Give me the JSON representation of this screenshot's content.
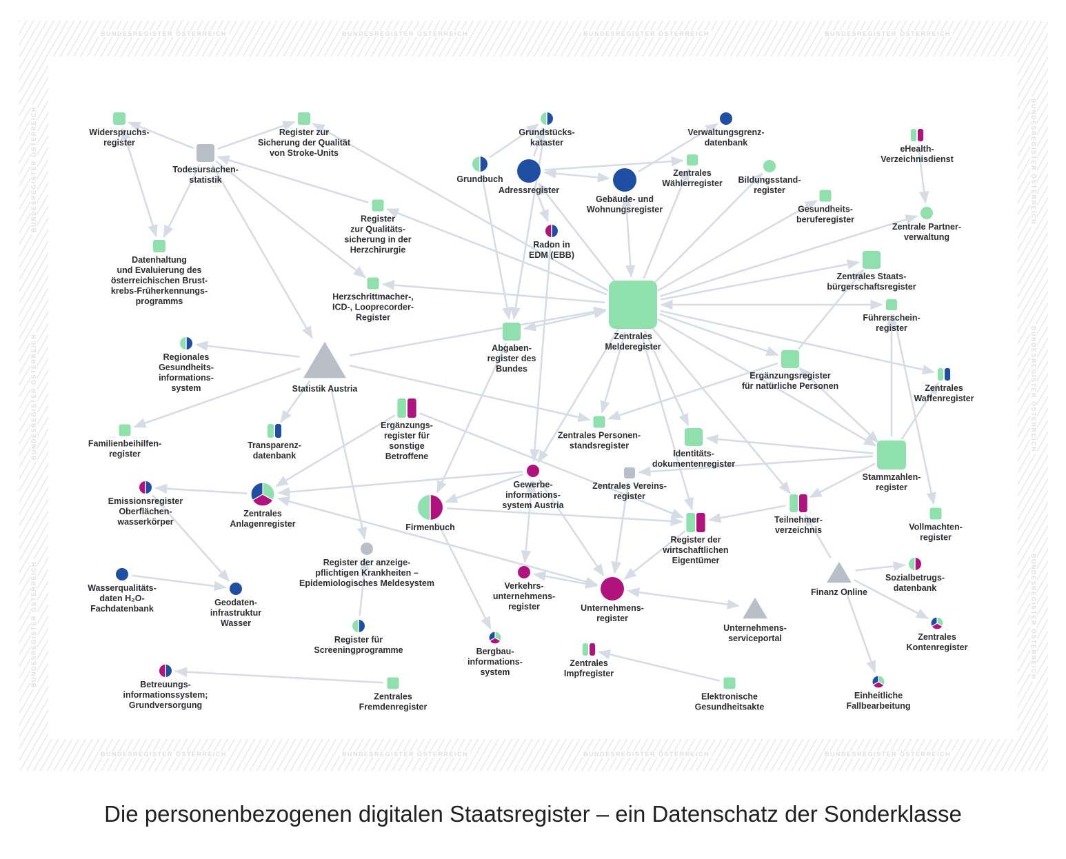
{
  "watermark": "BUNDESREGISTER ÖSTERREICH",
  "caption": "Die personenbezogenen digitalen Staatsregister – ein Datenschatz der Sonderklasse",
  "colors": {
    "green": "#8fe0ad",
    "blue": "#1f4ea3",
    "magenta": "#b0127e",
    "gray": "#b8bfc8",
    "edge": "#d6dce6"
  },
  "nodes": [
    {
      "id": "widerspruch",
      "shape": "square",
      "colors": [
        "green"
      ],
      "label": [
        "Widerspruchs-",
        "register"
      ]
    },
    {
      "id": "todesursachen",
      "shape": "square",
      "colors": [
        "gray"
      ],
      "label": [
        "Todesursachen-",
        "statistik"
      ]
    },
    {
      "id": "stroke",
      "shape": "square",
      "colors": [
        "green"
      ],
      "label": [
        "Register zur",
        "Sicherung der Qualität",
        "von Stroke-Units"
      ]
    },
    {
      "id": "datenhaltung",
      "shape": "square",
      "colors": [
        "green"
      ],
      "label": [
        "Datenhaltung",
        "und Evaluierung des",
        "österreichischen Brust-",
        "krebs-Früherkennungs-",
        "programms"
      ]
    },
    {
      "id": "herzchir",
      "shape": "square",
      "colors": [
        "green"
      ],
      "label": [
        "Register",
        "zur Qualitäts-",
        "sicherung in der",
        "Herzchirurgie"
      ]
    },
    {
      "id": "herzschritt",
      "shape": "square",
      "colors": [
        "green"
      ],
      "label": [
        "Herzschrittmacher-,",
        "ICD-, Looprecorder-",
        "Register"
      ]
    },
    {
      "id": "grundstueck",
      "shape": "half",
      "colors": [
        "green",
        "blue"
      ],
      "label": [
        "Grundstücks-",
        "kataster"
      ]
    },
    {
      "id": "grundbuch",
      "shape": "half",
      "colors": [
        "green",
        "blue"
      ],
      "label": [
        "Grundbuch"
      ]
    },
    {
      "id": "adress",
      "shape": "circle",
      "colors": [
        "blue"
      ],
      "label": [
        "Adressregister"
      ]
    },
    {
      "id": "gebaeude",
      "shape": "circle",
      "colors": [
        "blue"
      ],
      "label": [
        "Gebäude- und",
        "Wohnungsregister"
      ]
    },
    {
      "id": "verwaltungsgrenz",
      "shape": "circle",
      "colors": [
        "blue"
      ],
      "label": [
        "Verwaltungsgrenz-",
        "datenbank"
      ]
    },
    {
      "id": "waehler",
      "shape": "square",
      "colors": [
        "green"
      ],
      "label": [
        "Zentrales",
        "Wählerregister"
      ]
    },
    {
      "id": "bildung",
      "shape": "circle",
      "colors": [
        "green"
      ],
      "label": [
        "Bildungsstand-",
        "register"
      ]
    },
    {
      "id": "gesundheitsberufe",
      "shape": "square",
      "colors": [
        "green"
      ],
      "label": [
        "Gesundheits-",
        "beruferegister"
      ]
    },
    {
      "id": "ehealth",
      "shape": "bar",
      "colors": [
        "green",
        "magenta"
      ],
      "label": [
        "eHealth-",
        "Verzeichnisdienst"
      ]
    },
    {
      "id": "partner",
      "shape": "circle",
      "colors": [
        "green"
      ],
      "label": [
        "Zentrale Partner-",
        "verwaltung"
      ]
    },
    {
      "id": "radon",
      "shape": "half",
      "colors": [
        "magenta",
        "blue"
      ],
      "label": [
        "Radon in",
        "EDM (EBB)"
      ]
    },
    {
      "id": "zmr",
      "shape": "square",
      "colors": [
        "green"
      ],
      "label": [
        "Zentrales",
        "Melderegister"
      ]
    },
    {
      "id": "staatsbuerger",
      "shape": "square",
      "colors": [
        "green"
      ],
      "label": [
        "Zentrales Staats-",
        "bürgerschaftsregister"
      ]
    },
    {
      "id": "fuehrerschein",
      "shape": "square",
      "colors": [
        "green"
      ],
      "label": [
        "Führerschein-",
        "register"
      ]
    },
    {
      "id": "abgaben",
      "shape": "square",
      "colors": [
        "green"
      ],
      "label": [
        "Abgaben-",
        "register des",
        "Bundes"
      ]
    },
    {
      "id": "statistik",
      "shape": "triangle",
      "colors": [
        "gray"
      ],
      "label": [
        "Statistik Austria"
      ]
    },
    {
      "id": "regional",
      "shape": "half",
      "colors": [
        "green",
        "blue"
      ],
      "label": [
        "Regionales",
        "Gesundheits-",
        "informations-",
        "system"
      ]
    },
    {
      "id": "ergaenzung_nat",
      "shape": "square",
      "colors": [
        "green"
      ],
      "label": [
        "Ergänzungsregister",
        "für natürliche Personen"
      ]
    },
    {
      "id": "waffen",
      "shape": "bar",
      "colors": [
        "green",
        "blue"
      ],
      "label": [
        "Zentrales",
        "Waffenregister"
      ]
    },
    {
      "id": "familien",
      "shape": "square",
      "colors": [
        "green"
      ],
      "label": [
        "Familienbeihilfen-",
        "register"
      ]
    },
    {
      "id": "transparenz",
      "shape": "bar",
      "colors": [
        "green",
        "blue"
      ],
      "label": [
        "Transparenz-",
        "datenbank"
      ]
    },
    {
      "id": "ergaenzung_sonst",
      "shape": "bar",
      "colors": [
        "green",
        "magenta"
      ],
      "label": [
        "Ergänzungs-",
        "register für",
        "sonstige",
        "Betroffene"
      ]
    },
    {
      "id": "personenstand",
      "shape": "square",
      "colors": [
        "green"
      ],
      "label": [
        "Zentrales Personen-",
        "standsregister"
      ]
    },
    {
      "id": "identitaet",
      "shape": "square",
      "colors": [
        "green"
      ],
      "label": [
        "Identitäts-",
        "dokumentenregister"
      ]
    },
    {
      "id": "stammzahlen",
      "shape": "square",
      "colors": [
        "green"
      ],
      "label": [
        "Stammzahlen-",
        "register"
      ]
    },
    {
      "id": "emission",
      "shape": "half",
      "colors": [
        "magenta",
        "blue"
      ],
      "label": [
        "Emissionsregister",
        "Oberflächen-",
        "wasserkörper"
      ]
    },
    {
      "id": "anlagen",
      "shape": "pie",
      "colors": [
        "green",
        "magenta",
        "blue"
      ],
      "label": [
        "Zentrales",
        "Anlagenregister"
      ]
    },
    {
      "id": "firmenbuch",
      "shape": "half",
      "colors": [
        "green",
        "magenta"
      ],
      "label": [
        "Firmenbuch"
      ]
    },
    {
      "id": "gewerbe",
      "shape": "circle",
      "colors": [
        "magenta"
      ],
      "label": [
        "Gewerbe-",
        "informations-",
        "system Austria"
      ]
    },
    {
      "id": "verein",
      "shape": "square",
      "colors": [
        "gray"
      ],
      "label": [
        "Zentrales Vereins-",
        "register"
      ]
    },
    {
      "id": "wirtschaftl",
      "shape": "bar",
      "colors": [
        "green",
        "magenta"
      ],
      "label": [
        "Register der",
        "wirtschaftlichen",
        "Eigentümer"
      ]
    },
    {
      "id": "teilnehmer",
      "shape": "bar",
      "colors": [
        "green",
        "magenta"
      ],
      "label": [
        "Teilnehmer-",
        "verzeichnis"
      ]
    },
    {
      "id": "vollmachten",
      "shape": "square",
      "colors": [
        "green"
      ],
      "label": [
        "Vollmachten-",
        "register"
      ]
    },
    {
      "id": "anzeige",
      "shape": "circle",
      "colors": [
        "gray"
      ],
      "label": [
        "Register der anzeige-",
        "pflichtigen Krankheiten –",
        "Epidemiologisches Meldesystem"
      ]
    },
    {
      "id": "wasserqual",
      "shape": "circle",
      "colors": [
        "blue"
      ],
      "label": [
        "Wasserqualitäts-",
        "daten H₂O-",
        "Fachdatenbank"
      ]
    },
    {
      "id": "geodaten",
      "shape": "circle",
      "colors": [
        "blue"
      ],
      "label": [
        "Geodaten-",
        "infrastruktur",
        "Wasser"
      ]
    },
    {
      "id": "verkehr",
      "shape": "circle",
      "colors": [
        "magenta"
      ],
      "label": [
        "Verkehrs-",
        "unternehmens-",
        "register"
      ]
    },
    {
      "id": "unternehmens",
      "shape": "circle",
      "colors": [
        "magenta"
      ],
      "label": [
        "Unternehmens-",
        "register"
      ]
    },
    {
      "id": "usp",
      "shape": "triangle",
      "colors": [
        "gray"
      ],
      "label": [
        "Unternehmens-",
        "serviceportal"
      ]
    },
    {
      "id": "finanzonline",
      "shape": "triangle",
      "colors": [
        "gray"
      ],
      "label": [
        "Finanz Online"
      ]
    },
    {
      "id": "sozialbetrug",
      "shape": "half",
      "colors": [
        "green",
        "magenta"
      ],
      "label": [
        "Sozialbetrugs-",
        "datenbank"
      ]
    },
    {
      "id": "konten",
      "shape": "pie",
      "colors": [
        "green",
        "magenta",
        "blue"
      ],
      "label": [
        "Zentrales",
        "Kontenregister"
      ]
    },
    {
      "id": "screening",
      "shape": "half",
      "colors": [
        "green",
        "blue"
      ],
      "label": [
        "Register für",
        "Screeningprogramme"
      ]
    },
    {
      "id": "bergbau",
      "shape": "pie",
      "colors": [
        "green",
        "magenta",
        "blue"
      ],
      "label": [
        "Bergbau-",
        "informations-",
        "system"
      ]
    },
    {
      "id": "impf",
      "shape": "bar",
      "colors": [
        "green",
        "magenta"
      ],
      "label": [
        "Zentrales",
        "Impfregister"
      ]
    },
    {
      "id": "egesund",
      "shape": "square",
      "colors": [
        "green"
      ],
      "label": [
        "Elektronische",
        "Gesundheitsakte"
      ]
    },
    {
      "id": "betreuung",
      "shape": "half",
      "colors": [
        "magenta",
        "blue"
      ],
      "label": [
        "Betreuungs-",
        "informationssystem;",
        "Grundversorgung"
      ]
    },
    {
      "id": "fremden",
      "shape": "square",
      "colors": [
        "green"
      ],
      "label": [
        "Zentrales",
        "Fremdenregister"
      ]
    },
    {
      "id": "fallbearb",
      "shape": "pie",
      "colors": [
        "green",
        "magenta",
        "blue"
      ],
      "label": [
        "Einheitliche",
        "Fallbearbeitung"
      ]
    }
  ],
  "edges": [
    [
      "todesursachen",
      "widerspruch"
    ],
    [
      "todesursachen",
      "stroke"
    ],
    [
      "todesursachen",
      "datenhaltung"
    ],
    [
      "widerspruch",
      "datenhaltung",
      true
    ],
    [
      "herzchir",
      "todesursachen"
    ],
    [
      "todesursachen",
      "herzschritt"
    ],
    [
      "todesursachen",
      "statistik"
    ],
    [
      "zmr",
      "stroke"
    ],
    [
      "zmr",
      "herzchir"
    ],
    [
      "zmr",
      "herzschritt"
    ],
    [
      "grundbuch",
      "grundstueck"
    ],
    [
      "adress",
      "grundstueck"
    ],
    [
      "adress",
      "gebaeude",
      true
    ],
    [
      "adress",
      "waehler"
    ],
    [
      "gebaeude",
      "verwaltungsgrenz"
    ],
    [
      "adress",
      "radon"
    ],
    [
      "zmr",
      "adress"
    ],
    [
      "zmr",
      "gebaeude",
      true
    ],
    [
      "zmr",
      "waehler"
    ],
    [
      "zmr",
      "bildung"
    ],
    [
      "zmr",
      "gesundheitsberufe"
    ],
    [
      "zmr",
      "partner"
    ],
    [
      "ehealth",
      "partner"
    ],
    [
      "zmr",
      "staatsbuerger"
    ],
    [
      "zmr",
      "fuehrerschein",
      true
    ],
    [
      "abgaben",
      "zmr",
      true
    ],
    [
      "grundbuch",
      "abgaben"
    ],
    [
      "grundstueck",
      "abgaben"
    ],
    [
      "statistik",
      "regional"
    ],
    [
      "statistik",
      "zmr"
    ],
    [
      "statistik",
      "familien"
    ],
    [
      "statistik",
      "transparenz"
    ],
    [
      "statistik",
      "anzeige"
    ],
    [
      "statistik",
      "personenstand"
    ],
    [
      "zmr",
      "ergaenzung_nat"
    ],
    [
      "zmr",
      "waffen"
    ],
    [
      "zmr",
      "personenstand"
    ],
    [
      "zmr",
      "identitaet"
    ],
    [
      "zmr",
      "teilnehmer"
    ],
    [
      "zmr",
      "stammzahlen"
    ],
    [
      "zmr",
      "wirtschaftl"
    ],
    [
      "zmr",
      "gewerbe"
    ],
    [
      "ergaenzung_nat",
      "staatsbuerger"
    ],
    [
      "ergaenzung_nat",
      "personenstand"
    ],
    [
      "ergaenzung_nat",
      "stammzahlen",
      true
    ],
    [
      "stammzahlen",
      "identitaet"
    ],
    [
      "stammzahlen",
      "verein"
    ],
    [
      "stammzahlen",
      "waffen"
    ],
    [
      "stammzahlen",
      "fuehrerschein"
    ],
    [
      "fuehrerschein",
      "vollmachten"
    ],
    [
      "stammzahlen",
      "teilnehmer"
    ],
    [
      "teilnehmer",
      "wirtschaftl"
    ],
    [
      "finanzonline",
      "teilnehmer"
    ],
    [
      "finanzonline",
      "sozialbetrug"
    ],
    [
      "finanzonline",
      "konten"
    ],
    [
      "finanzonline",
      "fallbearb"
    ],
    [
      "ergaenzung_sonst",
      "anlagen"
    ],
    [
      "abgaben",
      "firmenbuch"
    ],
    [
      "radon",
      "gewerbe"
    ],
    [
      "gewerbe",
      "anlagen"
    ],
    [
      "gewerbe",
      "firmenbuch"
    ],
    [
      "ergaenzung_sonst",
      "wirtschaftl"
    ],
    [
      "firmenbuch",
      "wirtschaftl"
    ],
    [
      "verein",
      "unternehmens"
    ],
    [
      "gewerbe",
      "verkehr",
      true
    ],
    [
      "verkehr",
      "unternehmens",
      true
    ],
    [
      "firmenbuch",
      "bergbau"
    ],
    [
      "anlagen",
      "unternehmens",
      true
    ],
    [
      "anlagen",
      "emission"
    ],
    [
      "emission",
      "geodaten"
    ],
    [
      "wasserqual",
      "geodaten"
    ],
    [
      "screening",
      "anzeige"
    ],
    [
      "fremden",
      "betreuung"
    ],
    [
      "egesund",
      "impf"
    ],
    [
      "unternehmens",
      "usp",
      true
    ],
    [
      "wirtschaftl",
      "unternehmens"
    ],
    [
      "gewerbe",
      "unternehmens"
    ]
  ]
}
